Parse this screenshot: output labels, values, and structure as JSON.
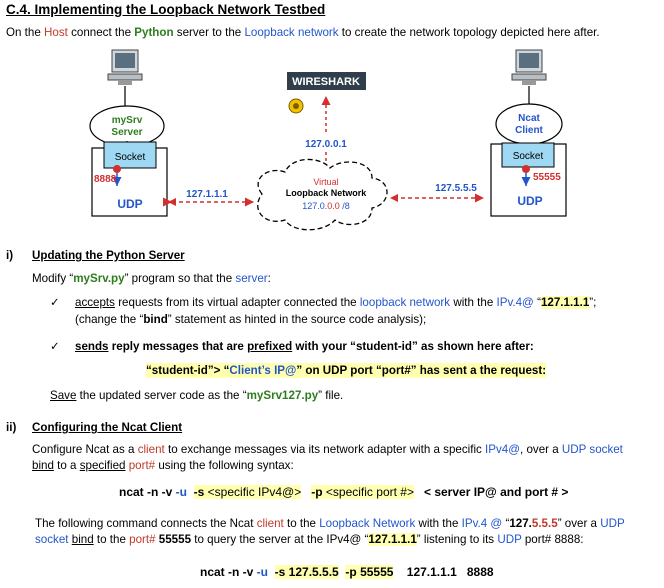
{
  "title": "C.4. Implementing the Loopback Network Testbed",
  "intro": {
    "p1": "On the ",
    "host": "Host",
    "p2": " connect the ",
    "python": "Python",
    "p3": " server to the ",
    "loopback": "Loopback network",
    "p4": " to create the network topology depicted here after."
  },
  "diagram": {
    "wireshark": "WIRESHARK",
    "server_name1": "mySrv",
    "server_name2": "Server",
    "server_socket": "Socket",
    "server_port": "8888",
    "server_udp": "UDP",
    "client_name1": "Ncat",
    "client_name2": "Client",
    "client_socket": "Socket",
    "client_port": "55555",
    "client_udp": "UDP",
    "wireshark_ip": "127.0.0.1",
    "left_ip": "127.1.1.1",
    "right_ip": "127.5.5.5",
    "cloud1": "Virtual",
    "cloud2": "Loopback Network",
    "cloud3a": "127.0.",
    "cloud3b": "0.0",
    "cloud3c": " /8"
  },
  "s1": {
    "num": "i)",
    "heading": "Updating the Python Server",
    "m1": "Modify “",
    "m2": "mySrv.py",
    "m3": "” program so that the ",
    "m4": "server",
    "m5": ":",
    "check": "✓",
    "b1a": "accepts",
    "b1b": " requests from its virtual adapter connected the ",
    "b1c": "loopback network",
    "b1d": " with the ",
    "b1e": "IPv.4@",
    "b1f": " “",
    "b1g": "127.1.1.1",
    "b1h": "”;",
    "b1l2a": "(change the “",
    "b1l2b": "bind",
    "b1l2c": "” statement as hinted in the source code analysis);",
    "b2a": "sends",
    "b2b": " reply messages that are ",
    "b2c": "prefixed",
    "b2d": " with your “student-id” as shown here after:",
    "fmt1": "“student-id”> “",
    "fmt2": "Client’s IP@",
    "fmt3": "” on UDP port “port#” has sent a the request:",
    "save1": "Save",
    "save2": " the updated server code as the “",
    "save3": "mySrv127.py",
    "save4": "” file."
  },
  "s2": {
    "num": "ii)",
    "heading": "Configuring the Ncat Client",
    "p1a": "Configure Ncat as a ",
    "p1b": "client",
    "p1c": " to exchange messages via its network adapter with a specific ",
    "p1d": "IPv4@",
    "p1e": ", over a ",
    "p1f": "UDP socket",
    "p2a": "bind",
    "p2b": " to a ",
    "p2c": "specified",
    "p2d": " ",
    "p2e": "port#",
    "p2f": " using the following syntax:",
    "cmd1a": "ncat -n -v ",
    "cmd1b": "-u",
    "cmd1c": "-s",
    "cmd1d": " <specific IPv4@>",
    "cmd1e": "-p",
    "cmd1f": " <specific port #>",
    "cmd1g": "< server IP@ and port # >",
    "p3a": "The following command connects the Ncat ",
    "p3b": "client",
    "p3c": " to the ",
    "p3d": "Loopback Network",
    "p3e": " with the ",
    "p3f": "IPv.4 @",
    "p3g": " “",
    "p3h": "127.",
    "p3i": "5.5.5",
    "p3j": "” over a ",
    "p3k": "UDP",
    "p4a": "socket",
    "p4b": " ",
    "p4c": "bind",
    "p4d": " to the ",
    "p4e": "port#",
    "p4f": " 55555",
    "p4g": " to query the server at the IPv4@ “",
    "p4h": "127.1.1.1",
    "p4i": "” listening to its ",
    "p4j": "UDP",
    "p4k": " port# 8888:",
    "cmd2a": "ncat -n -v ",
    "cmd2b": "-u",
    "cmd2c": "-s 127.5.5.5",
    "cmd2d": "-p 55555",
    "cmd2e": "127.1.1.1",
    "cmd2f": "8888"
  },
  "colors": {
    "blue": "#2255cc",
    "red": "#c0392b",
    "green": "#2e7d1e",
    "highlight": "#ffffb0",
    "socket": "#9fd8f2"
  }
}
